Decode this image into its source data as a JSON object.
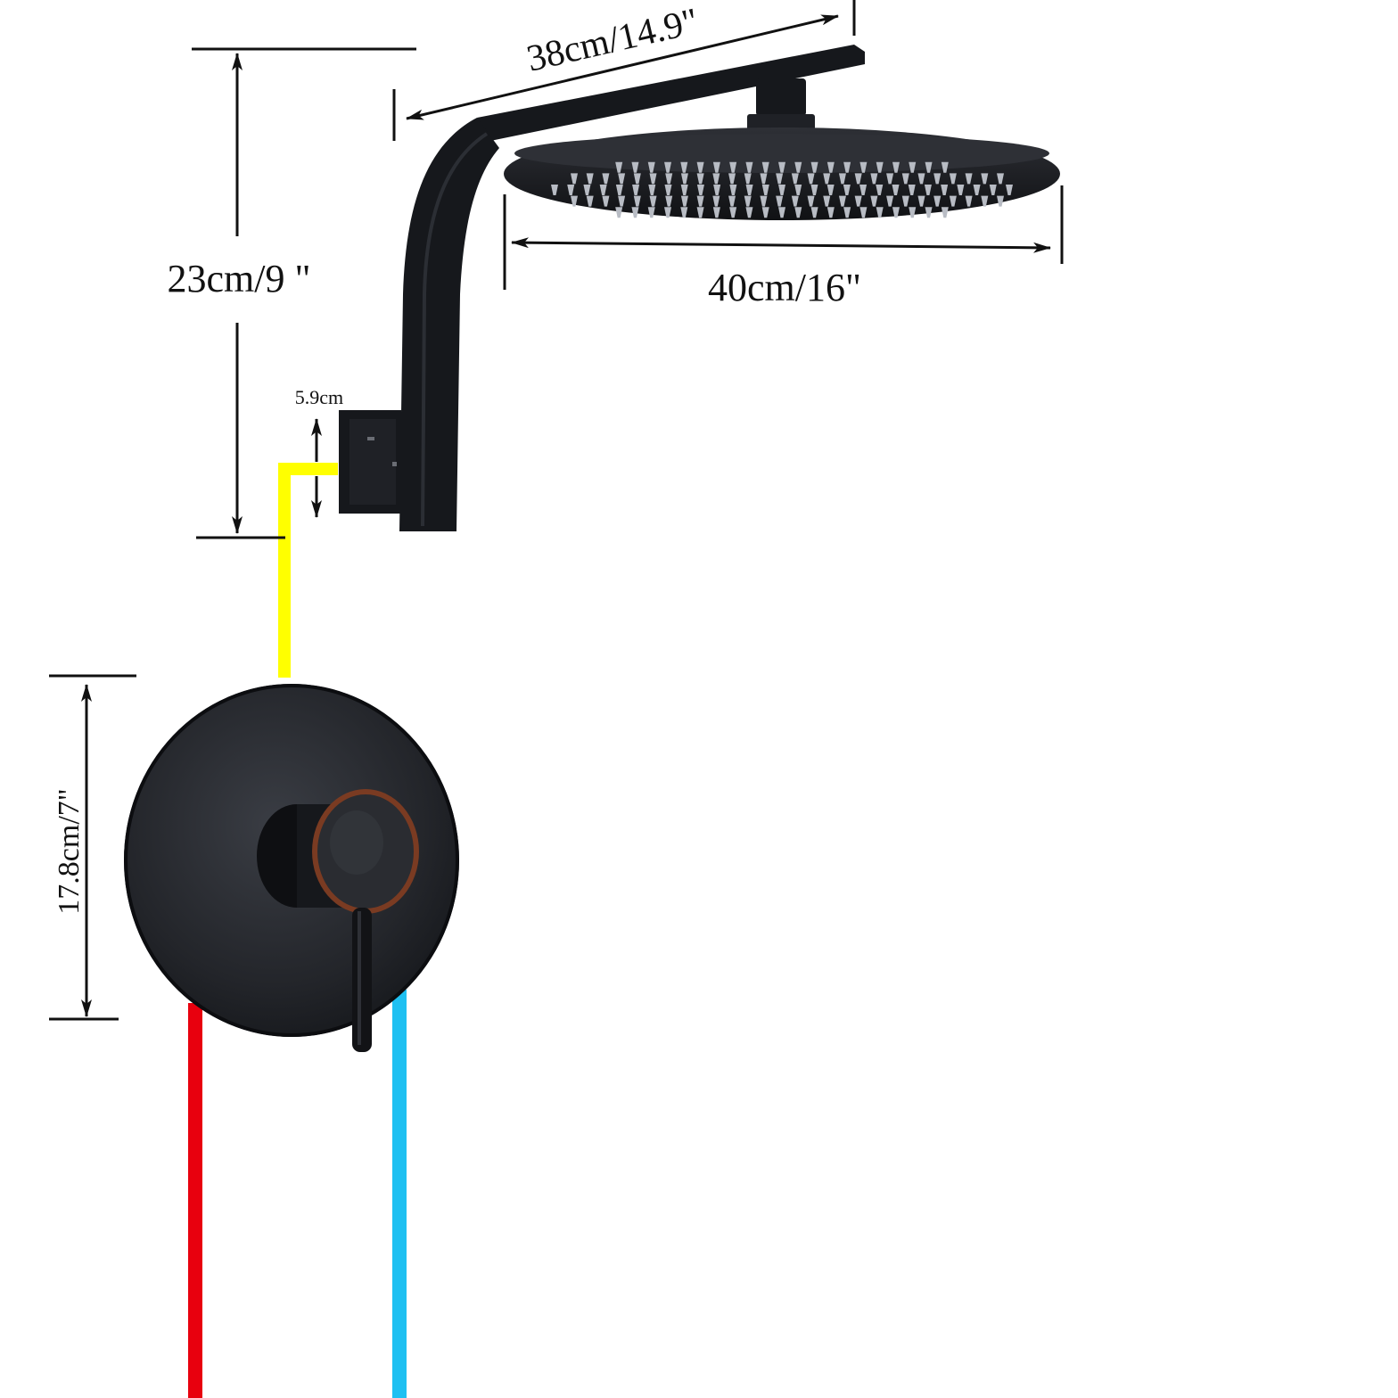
{
  "dimensions": {
    "arm_length": "38cm/14.9\"",
    "head_diameter": "40cm/16\"",
    "arm_height": "23cm/9 \"",
    "flange_height": "5.9cm",
    "valve_plate_diameter": "17.8cm/7\""
  },
  "colors": {
    "background": "#ffffff",
    "fixture": "#16181c",
    "fixture_highlight": "#3a3d44",
    "nozzle": "#b8bcc4",
    "dimension_line": "#111111",
    "pipe_outlet": "#ffff00",
    "pipe_hot": "#e8000e",
    "pipe_cold": "#1ec0f2",
    "bronze_edge": "#7a3b22"
  },
  "icons": {
    "pipe_outlet": "yellow-pipe",
    "pipe_hot": "red-hot-water-pipe",
    "pipe_cold": "blue-cold-water-pipe"
  }
}
